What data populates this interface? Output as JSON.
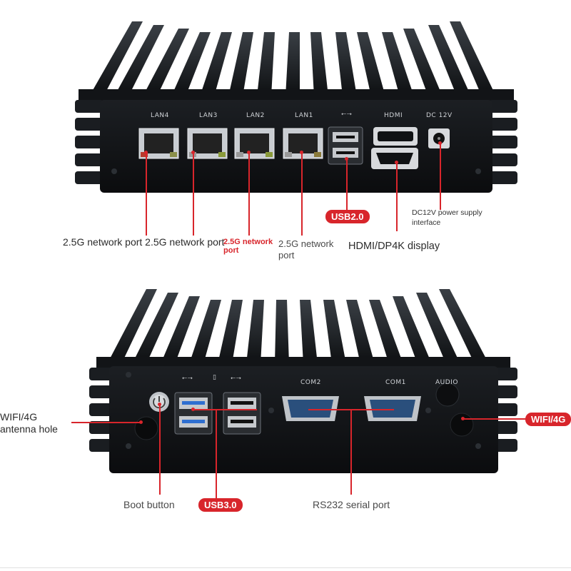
{
  "top_panel": {
    "port_labels": [
      "LAN4",
      "LAN3",
      "LAN2",
      "LAN1",
      "HDMI",
      "DC 12V"
    ],
    "captions": {
      "lan_group_1": "2.5G network port 2.5G network port",
      "lan2": "2.5G network port",
      "lan1": "2.5G network port",
      "usb": "USB2.0",
      "hdmi": "HDMI/DP4K display",
      "dc": "DC12V power supply interface"
    }
  },
  "bottom_panel": {
    "port_labels": [
      "COM2",
      "COM1",
      "AUDIO"
    ],
    "captions": {
      "wifi_left": "WIFI/4G antenna hole",
      "wifi_right": "WIFI/4G",
      "boot": "Boot button",
      "usb": "USB3.0",
      "rs232": "RS232 serial port"
    }
  },
  "colors": {
    "accent": "#d8252b",
    "chassis": "#15171a",
    "background": "#ffffff"
  }
}
